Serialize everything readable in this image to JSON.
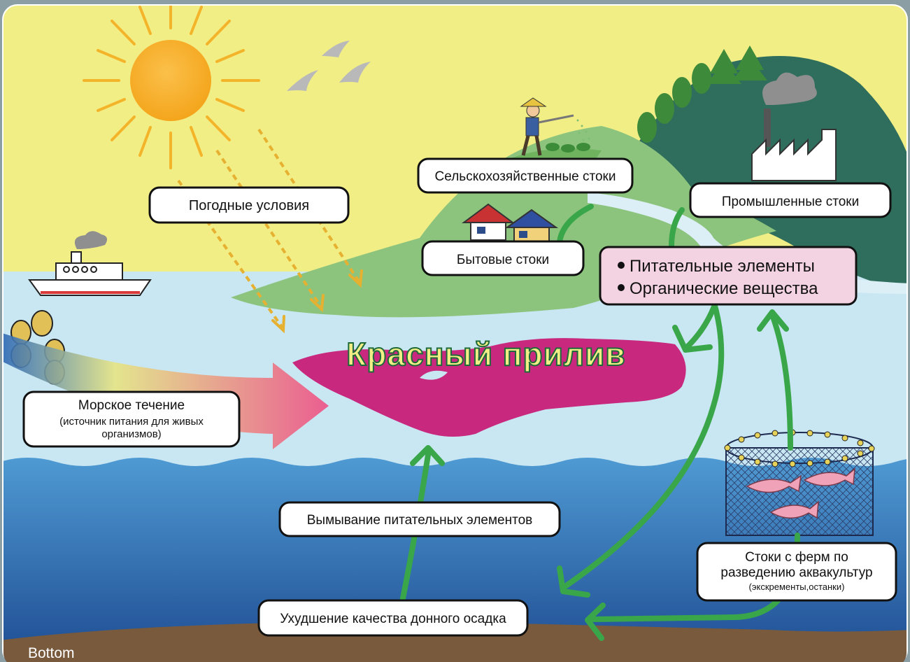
{
  "labels": {
    "weather": "Погодные условия",
    "agricultural": "Сельскохозяйственные стоки",
    "household": "Бытовые стоки",
    "industrial": "Промышленные стоки",
    "nutrients": "Питательные элементы",
    "organic": "Органические вещества",
    "red_tide": "Красный прилив",
    "current_title": "Морское течение",
    "current_sub1": "(источник питания для живых",
    "current_sub2": "организмов)",
    "leaching": "Вымывание питательных элементов",
    "sediment": "Ухудшение качества донного осадка",
    "aqua1": "Стоки с ферм по",
    "aqua2": "разведению аквакультур",
    "aqua3": "(экскременты,останки)",
    "bottom": "Bottom"
  },
  "colors": {
    "sky": "#f2ee86",
    "shallow_water": "#c9e7f2",
    "deep_water_top": "#4d95cf",
    "deep_water_bottom": "#1f4f94",
    "seabed": "#7a5a3c",
    "red_tide": "#c8287e",
    "arrow_green": "#3aa64a",
    "mountain": "#2f6e5c",
    "hill": "#8cc47e",
    "nutrient_box": "#f3d3e2"
  }
}
